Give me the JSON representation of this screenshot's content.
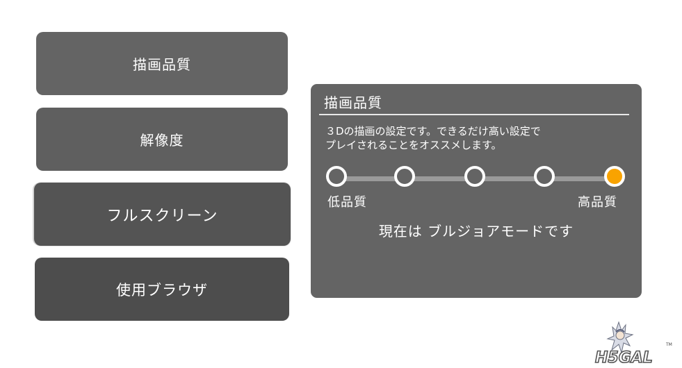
{
  "menu": {
    "quality": "描画品質",
    "resolution": "解像度",
    "fullscreen": "フルスクリーン",
    "browser": "使用ブラウザ"
  },
  "panel": {
    "title": "描画品質",
    "description": "３Dの描画の設定です。できるだけ高い設定で\nプレイされることをオススメします。",
    "low_label": "低品質",
    "high_label": "高品質",
    "status": "現在は ブルジョアモードです",
    "levels": 5,
    "selected_level": 5
  },
  "colors": {
    "accent": "#f9a300",
    "panel": "#646464"
  },
  "logo": {
    "text": "H5GAL",
    "tm": "TM"
  }
}
